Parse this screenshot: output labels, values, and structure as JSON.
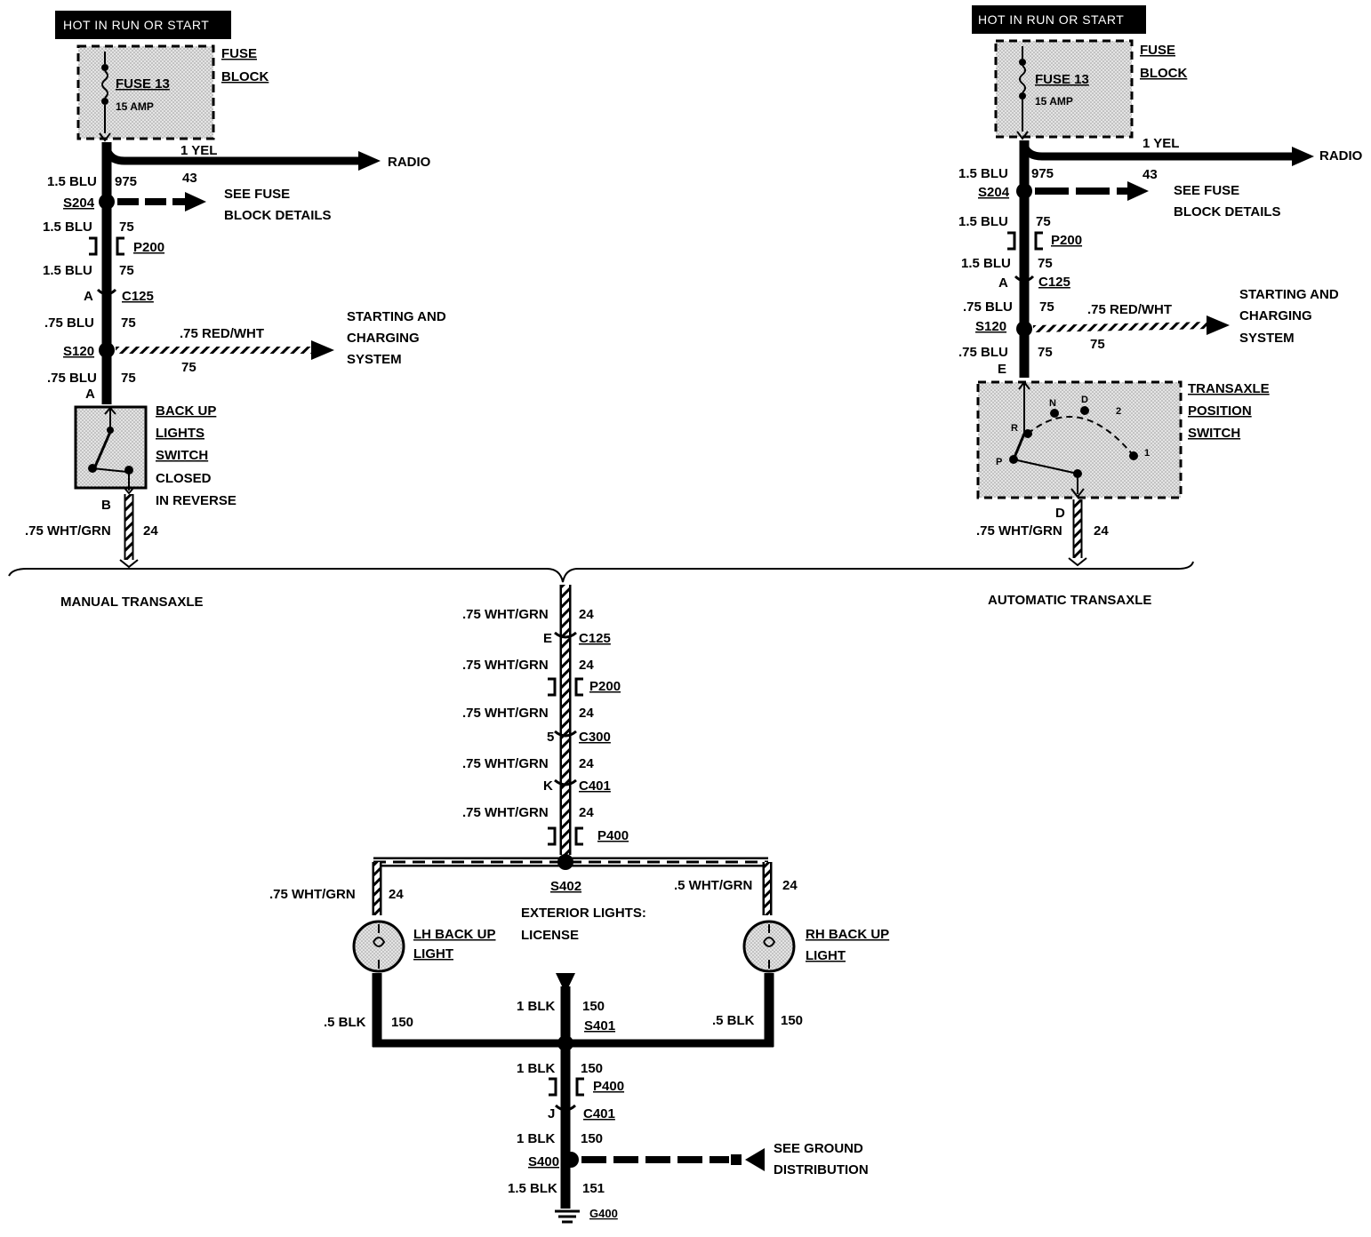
{
  "manual": {
    "header": "HOT IN RUN OR START",
    "fuse": "FUSE 13",
    "fuse_rating": "15 AMP",
    "fuse_block_1": "FUSE",
    "fuse_block_2": "BLOCK",
    "yel_wire": "1 YEL",
    "yel_circuit": "43",
    "radio": "RADIO",
    "w1_size": "1.5 BLU",
    "w1_circuit": "975",
    "s204": "S204",
    "see_fuse_1": "SEE FUSE",
    "see_fuse_2": "BLOCK DETAILS",
    "w2_size": "1.5 BLU",
    "w2_circuit": "75",
    "p200": "P200",
    "w3_size": "1.5 BLU",
    "w3_circuit": "75",
    "c125_pin": "A",
    "c125": "C125",
    "w4_size": ".75 BLU",
    "w4_circuit": "75",
    "s120": "S120",
    "red_wht": ".75 RED/WHT",
    "red_wht_circuit": "75",
    "starting_1": "STARTING AND",
    "starting_2": "CHARGING",
    "starting_3": "SYSTEM",
    "w5_size": ".75 BLU",
    "w5_circuit": "75",
    "sw_pin_a": "A",
    "sw_label_1": "BACK UP",
    "sw_label_2": "LIGHTS",
    "sw_label_3": "SWITCH",
    "sw_note_1": "CLOSED",
    "sw_note_2": "IN REVERSE",
    "sw_pin_b": "B",
    "out_size": ".75 WHT/GRN",
    "out_circuit": "24",
    "section": "MANUAL TRANSAXLE"
  },
  "auto": {
    "header": "HOT IN RUN OR START",
    "fuse": "FUSE 13",
    "fuse_rating": "15 AMP",
    "fuse_block_1": "FUSE",
    "fuse_block_2": "BLOCK",
    "yel_wire": "1 YEL",
    "yel_circuit": "43",
    "radio": "RADIO",
    "w1_size": "1.5 BLU",
    "w1_circuit": "975",
    "s204": "S204",
    "see_fuse_1": "SEE FUSE",
    "see_fuse_2": "BLOCK DETAILS",
    "w2_size": "1.5 BLU",
    "w2_circuit": "75",
    "p200": "P200",
    "w3_size": "1.5 BLU",
    "w3_circuit": "75",
    "c125_pin": "A",
    "c125": "C125",
    "w4_size": ".75 BLU",
    "w4_circuit": "75",
    "s120": "S120",
    "red_wht": ".75 RED/WHT",
    "red_wht_circuit": "75",
    "starting_1": "STARTING AND",
    "starting_2": "CHARGING",
    "starting_3": "SYSTEM",
    "w5_size": ".75 BLU",
    "w5_circuit": "75",
    "sw_pin_e": "E",
    "sw_label_1": "TRANSAXLE",
    "sw_label_2": "POSITION",
    "sw_label_3": "SWITCH",
    "pos_p": "P",
    "pos_r": "R",
    "pos_n": "N",
    "pos_d": "D",
    "pos_2": "2",
    "pos_1": "1",
    "sw_pin_d": "D",
    "out_size": ".75 WHT/GRN",
    "out_circuit": "24",
    "section": "AUTOMATIC TRANSAXLE"
  },
  "common": {
    "t1_size": ".75 WHT/GRN",
    "t1_circuit": "24",
    "c125_pin": "E",
    "c125": "C125",
    "t2_size": ".75 WHT/GRN",
    "t2_circuit": "24",
    "p200": "P200",
    "t3_size": ".75 WHT/GRN",
    "t3_circuit": "24",
    "c300_pin": "5",
    "c300": "C300",
    "t4_size": ".75 WHT/GRN",
    "t4_circuit": "24",
    "c401_pin": "K",
    "c401": "C401",
    "t5_size": ".75 WHT/GRN",
    "t5_circuit": "24",
    "p400": "P400",
    "s402": "S402",
    "ext_1": "EXTERIOR LIGHTS:",
    "ext_2": "LICENSE",
    "lh_size": ".75 WHT/GRN",
    "lh_circuit": "24",
    "rh_size": ".5 WHT/GRN",
    "rh_circuit": "24",
    "lh_label_1": "LH BACK UP",
    "lh_label_2": "LIGHT",
    "rh_label_1": "RH BACK UP",
    "rh_label_2": "LIGHT",
    "lh_gnd_size": ".5 BLK",
    "lh_gnd_circuit": "150",
    "rh_gnd_size": ".5 BLK",
    "rh_gnd_circuit": "150",
    "g1_size": "1 BLK",
    "g1_circuit": "150",
    "s401": "S401",
    "g2_size": "1 BLK",
    "g2_circuit": "150",
    "p400b": "P400",
    "c401b_pin": "J",
    "c401b": "C401",
    "g3_size": "1 BLK",
    "g3_circuit": "150",
    "s400": "S400",
    "see_gnd_1": "SEE GROUND",
    "see_gnd_2": "DISTRIBUTION",
    "g4_size": "1.5 BLK",
    "g4_circuit": "151",
    "g400": "G400"
  }
}
